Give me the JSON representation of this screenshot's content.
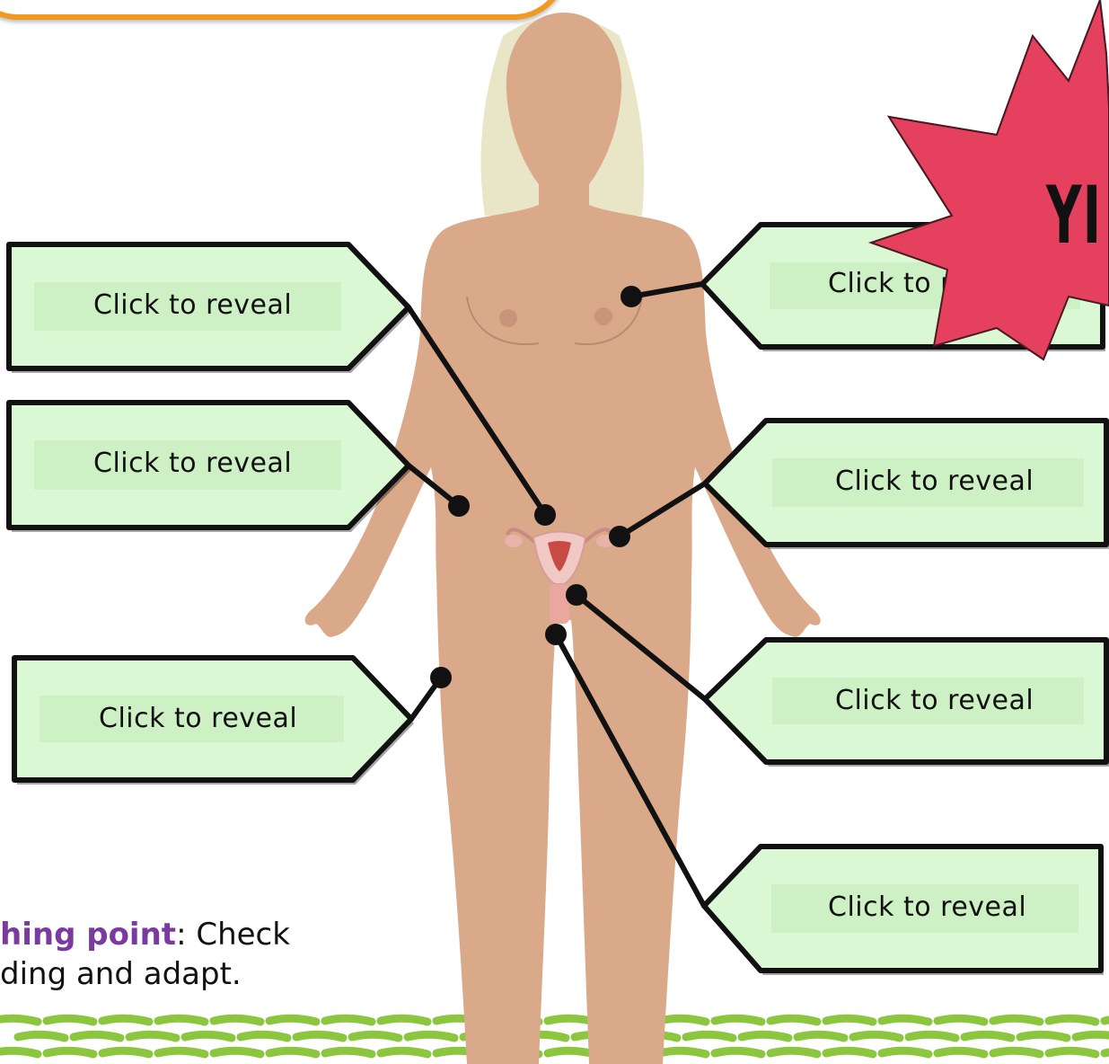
{
  "labels": [
    {
      "id": "left-1",
      "text": "Click to reveal"
    },
    {
      "id": "left-2",
      "text": "Click to reveal"
    },
    {
      "id": "left-3",
      "text": "Click to reveal"
    },
    {
      "id": "right-1",
      "text": "Click to r"
    },
    {
      "id": "right-2",
      "text": "Click to reveal"
    },
    {
      "id": "right-3",
      "text": "Click to reveal"
    },
    {
      "id": "right-4",
      "text": "Click to reveal"
    }
  ],
  "starburst": {
    "text": "YI",
    "color": "#e5405e"
  },
  "teaching_note": {
    "emphasis": "hing point",
    "line1_rest": ": Check",
    "line2": "ding and adapt."
  },
  "colors": {
    "label_fill": "#d9f8d3",
    "label_inner": "#c9efc2",
    "skin": "#d9a98a",
    "hair": "#e6e3c0",
    "banner_border": "#f29a1f",
    "grass": "#8cc63f"
  }
}
